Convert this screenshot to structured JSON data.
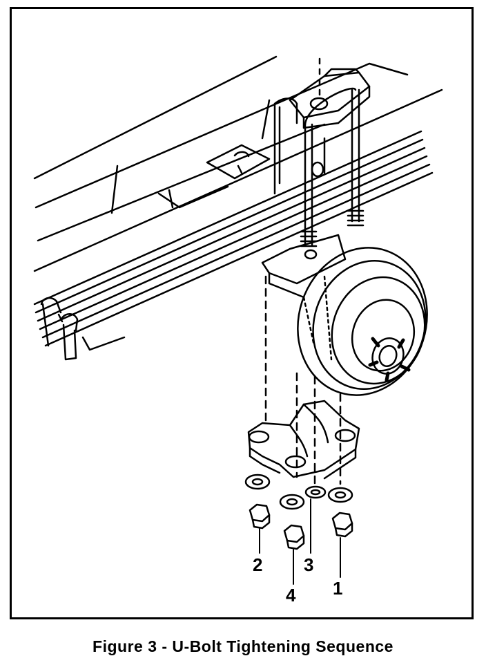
{
  "figure": {
    "caption": "Figure 3 - U-Bolt Tightening Sequence",
    "sequence_labels": {
      "n1": "1",
      "n2": "2",
      "n3": "3",
      "n4": "4"
    }
  },
  "colors": {
    "ink": "#000000",
    "paper": "#ffffff"
  },
  "icons": [
    "leaf-spring",
    "axle-tube",
    "brake-drum",
    "u-bolt",
    "anchor-plate",
    "washer",
    "hex-nut"
  ]
}
